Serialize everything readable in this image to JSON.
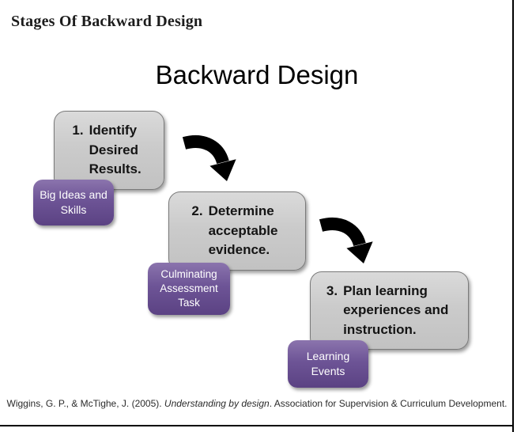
{
  "page": {
    "heading": "Stages Of Backward Design",
    "citation": {
      "pre": "Wiggins, G. P., & McTighe, J. (2005). ",
      "italic": "Understanding by design",
      "post": ". Association for Supervision & Curriculum Development."
    }
  },
  "diagram": {
    "title": "Backward Design",
    "stages": [
      {
        "number": "1.",
        "text": "Identify Desired Results.",
        "badge": "Big Ideas and Skills"
      },
      {
        "number": "2.",
        "text": "Determine acceptable evidence.",
        "badge": "Culminating Assessment Task"
      },
      {
        "number": "3.",
        "text": "Plan learning experiences and instruction.",
        "badge": "Learning Events"
      }
    ],
    "colors": {
      "box_fill": "#cbcbcb",
      "box_border": "#7a7a7a",
      "badge_purple": "#6d5496",
      "arrow": "#000000",
      "frame": "#000000"
    }
  }
}
